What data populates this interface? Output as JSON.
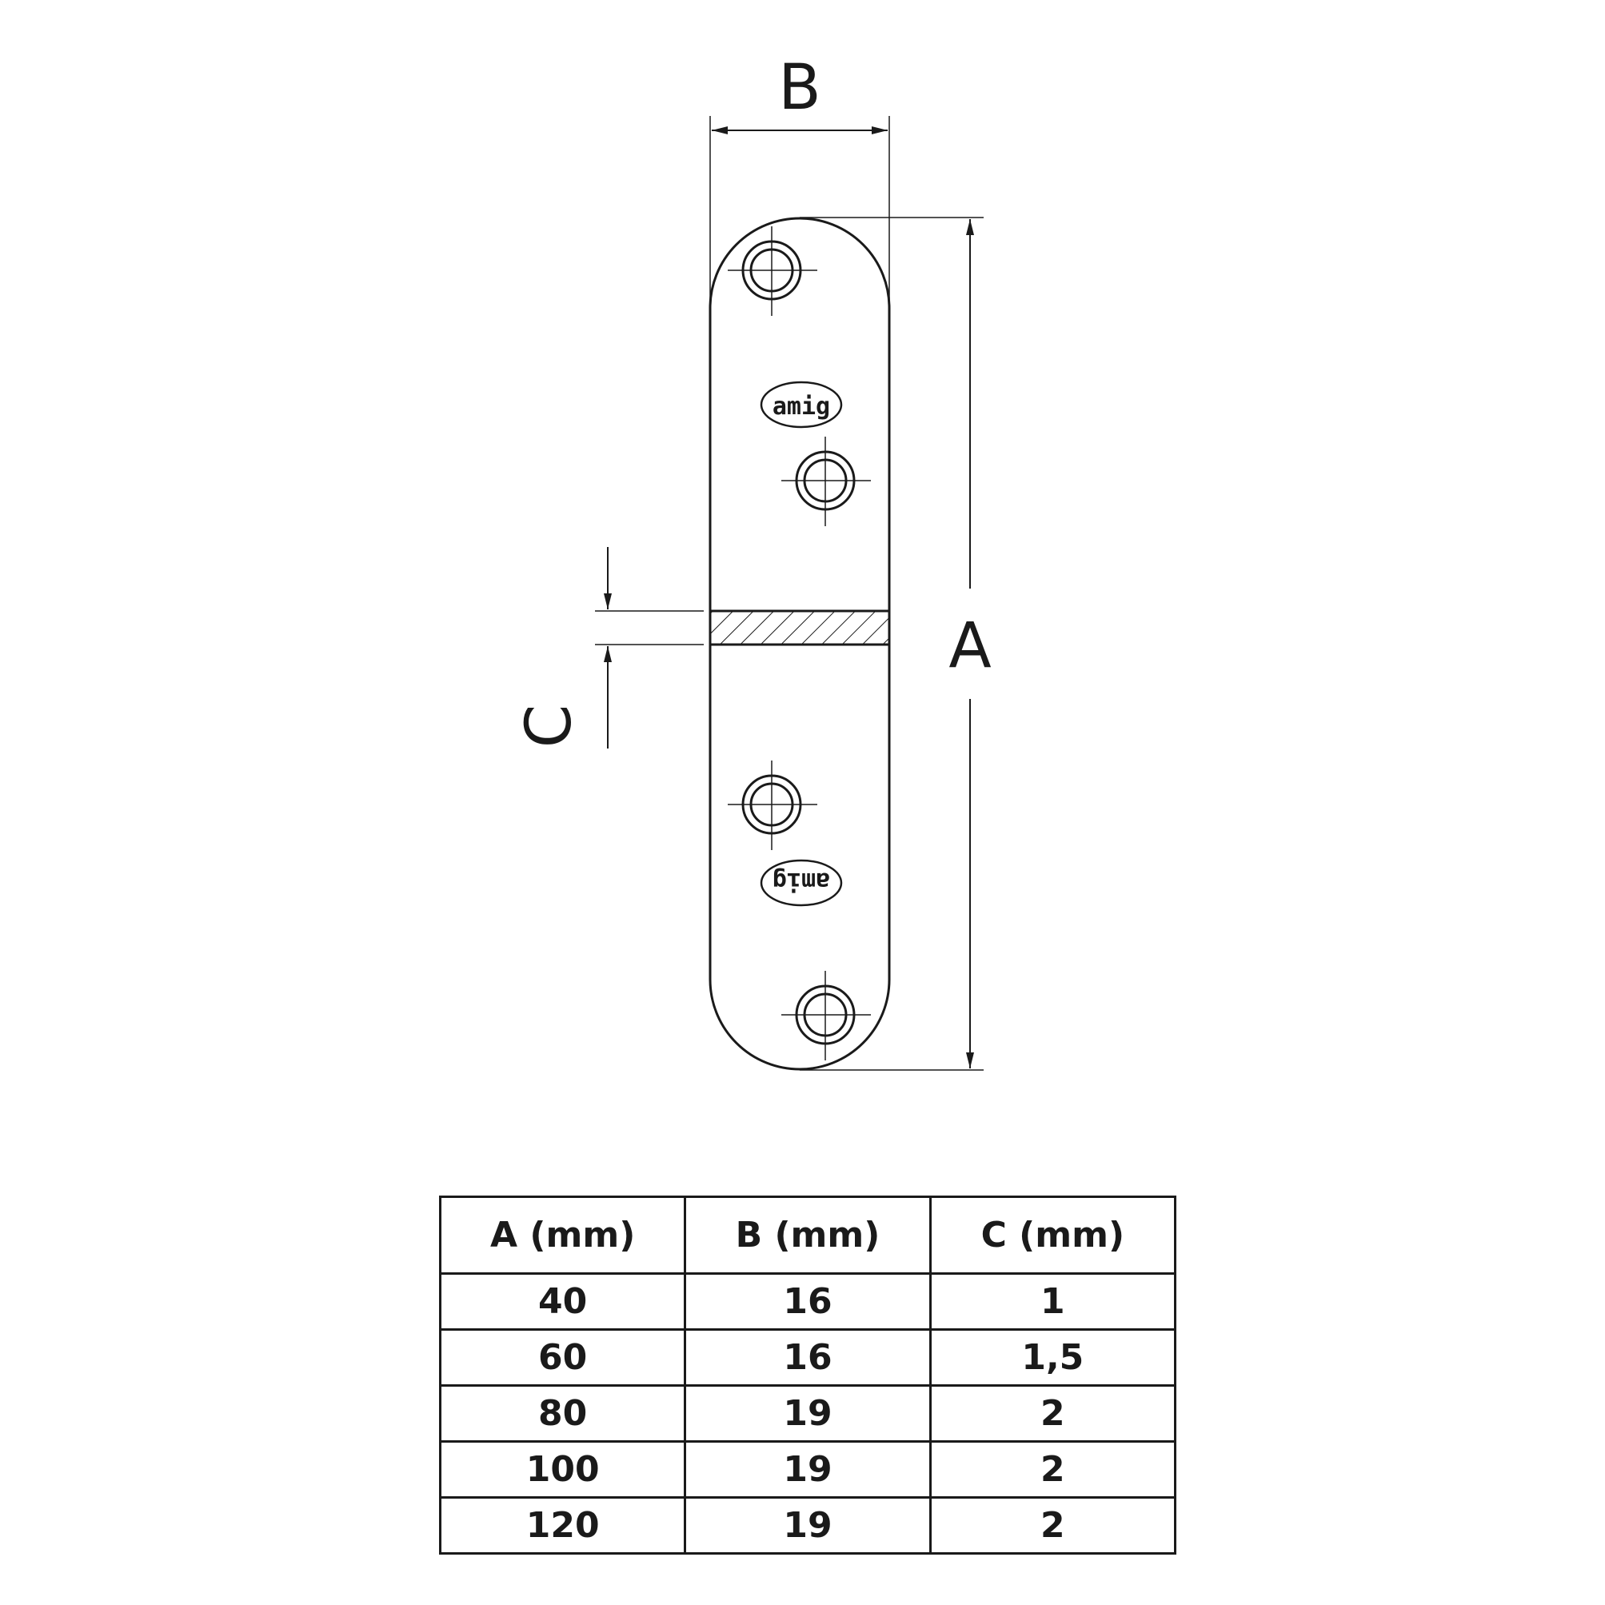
{
  "dimensions": {
    "a": "A",
    "b": "B",
    "c": "C"
  },
  "logo": {
    "brand": "amig"
  },
  "table": {
    "headers": [
      "A (mm)",
      "B (mm)",
      "C (mm)"
    ],
    "rows": [
      [
        "40",
        "16",
        "1"
      ],
      [
        "60",
        "16",
        "1,5"
      ],
      [
        "80",
        "19",
        "2"
      ],
      [
        "100",
        "19",
        "2"
      ],
      [
        "120",
        "19",
        "2"
      ]
    ]
  }
}
